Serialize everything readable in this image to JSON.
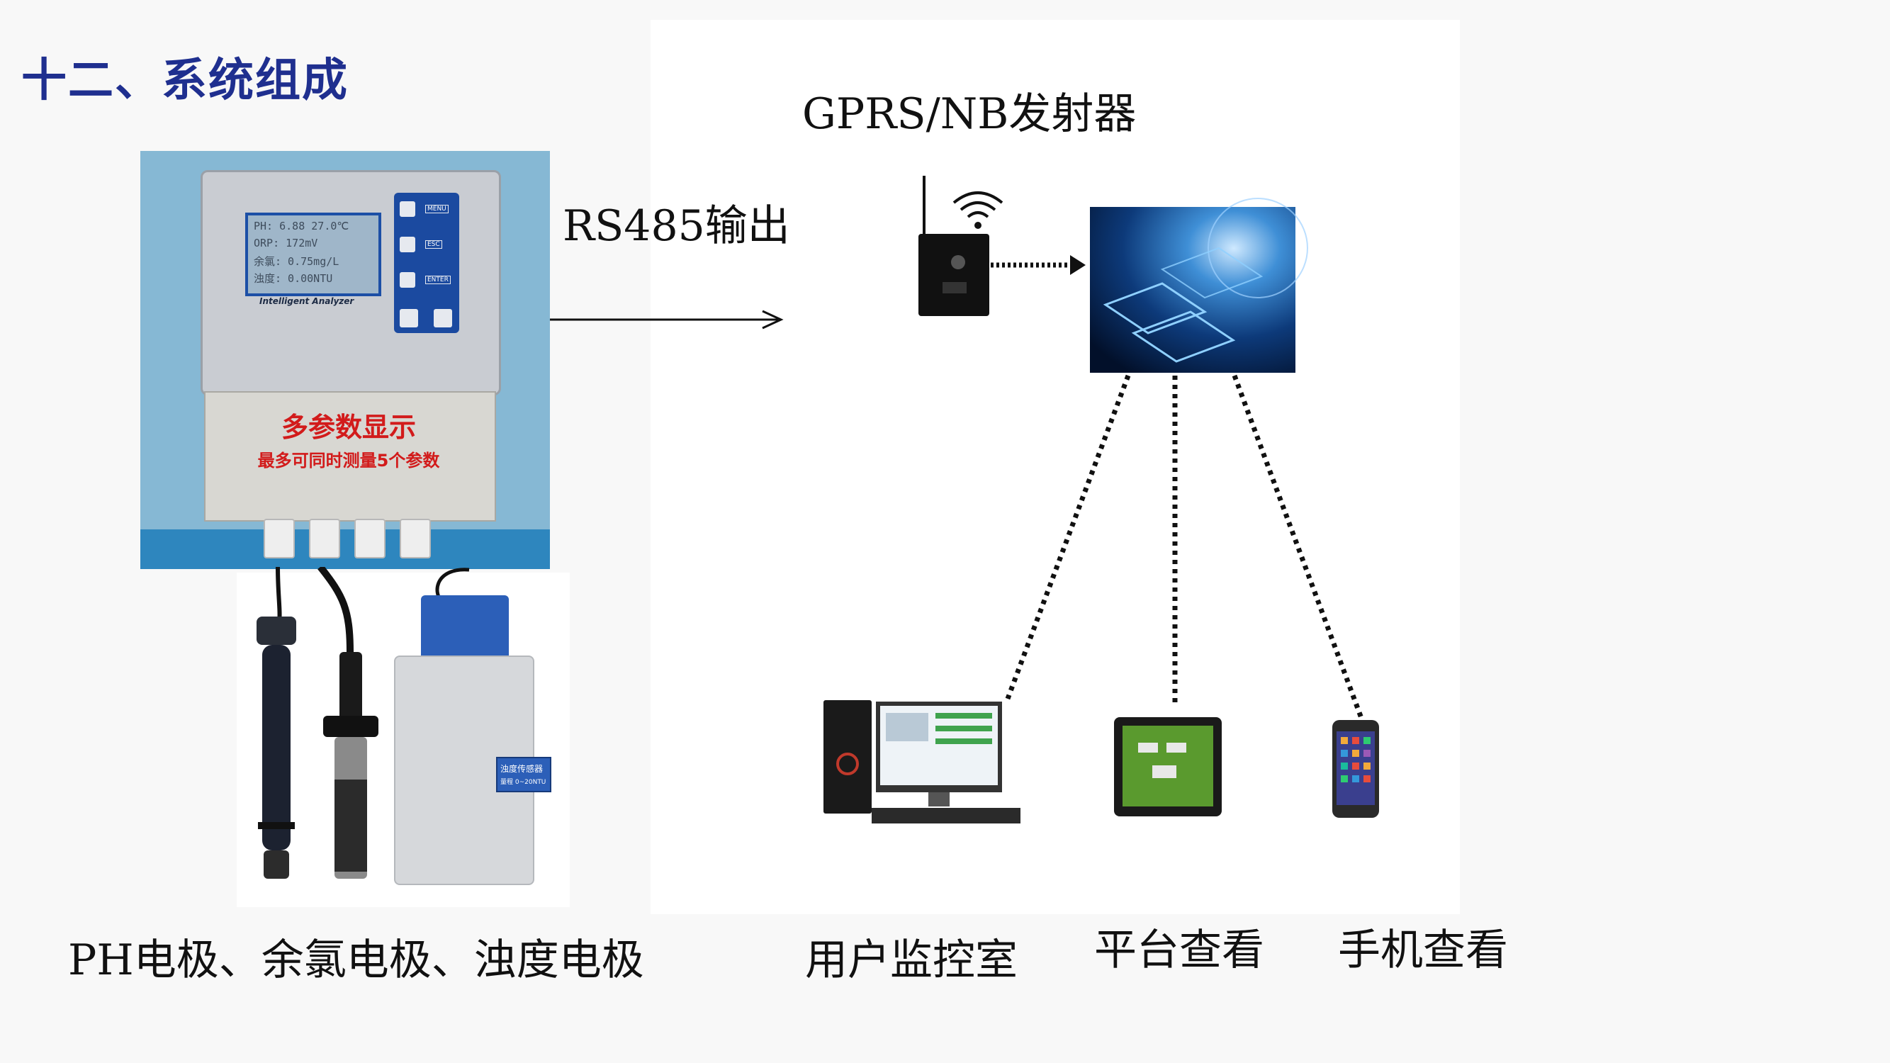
{
  "title": "十二、系统组成",
  "labels": {
    "transmitter": "GPRS/NB发射器",
    "rs485": "RS485输出",
    "electrodes": "PH电极、余氯电极、浊度电极",
    "monitor_room": "用户监控室",
    "platform_view": "平台查看",
    "phone_view": "手机查看"
  },
  "analyzer": {
    "lcd_lines": [
      "PH: 6.88   27.0℃",
      "ORP:  172mV",
      "余氯: 0.75mg/L",
      "浊度: 0.00NTU"
    ],
    "lcd_brand": "Intelligent Analyzer",
    "keys": [
      "MENU",
      "ESC",
      "ENTER"
    ],
    "panel_main": "多参数显示",
    "panel_sub": "最多可同时测量5个参数"
  },
  "turbidity_sensor": {
    "label_line1": "浊度传感器",
    "label_line2": "量程    0~20NTU"
  },
  "colors": {
    "title": "#1f2f8f",
    "panel_text": "#d21b1b",
    "analyzer_blue": "#1b4aa0"
  }
}
